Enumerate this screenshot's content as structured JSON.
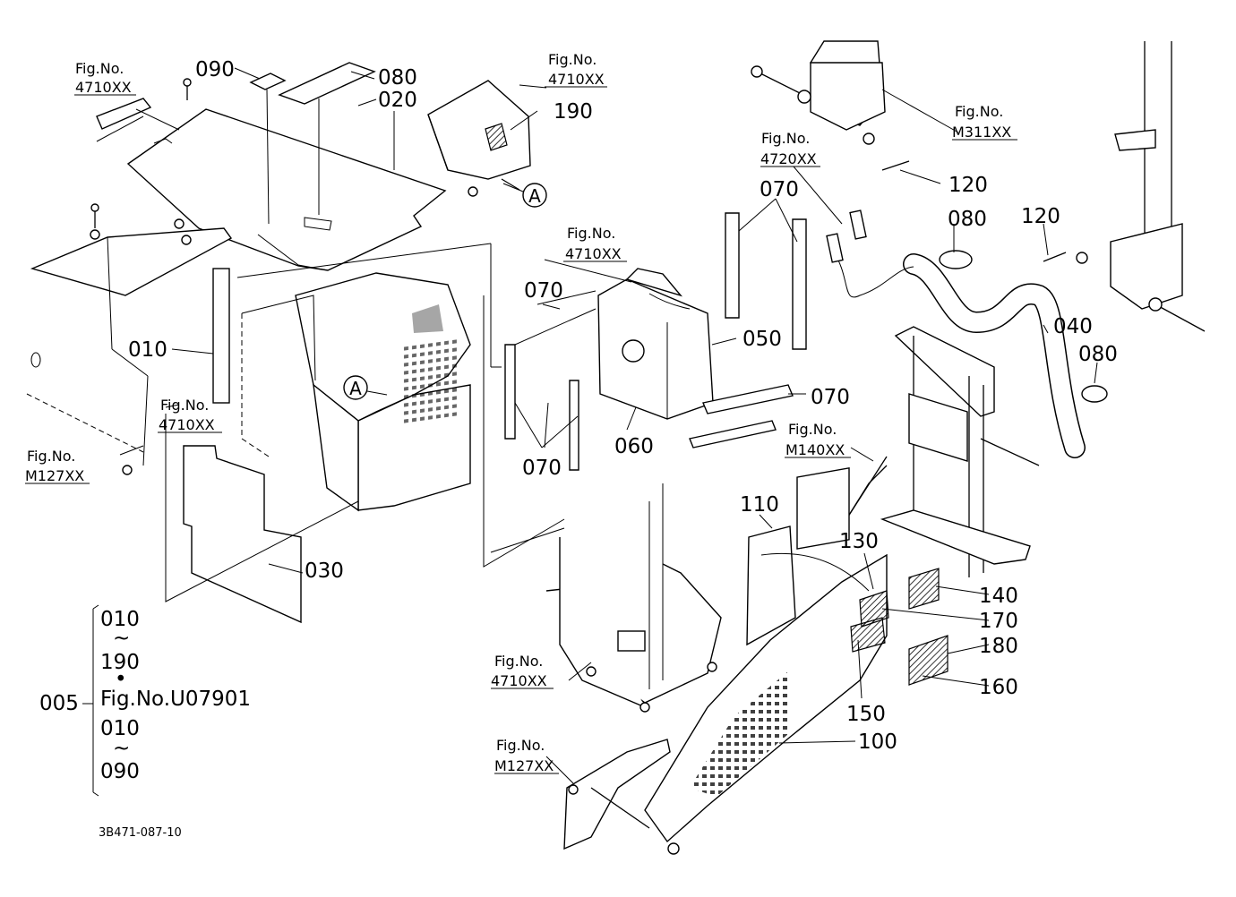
{
  "labels": {
    "p010": "010",
    "p020": "020",
    "p030": "030",
    "p040": "040",
    "p050": "050",
    "p060": "060",
    "p070a": "070",
    "p070b": "070",
    "p070c": "070",
    "p070d": "070",
    "p080a": "080",
    "p080b": "080",
    "p080c": "080",
    "p090": "090",
    "p100": "100",
    "p110": "110",
    "p120a": "120",
    "p120b": "120",
    "p130": "130",
    "p140": "140",
    "p150": "150",
    "p160": "160",
    "p170": "170",
    "p180": "180",
    "p190": "190",
    "p005": "005"
  },
  "figure_refs": {
    "fig_no_label": "Fig.No.",
    "ref1": "4710XX",
    "ref2": "4710XX",
    "ref3": "4710XX",
    "ref4": "4710XX",
    "ref5": "4710XX",
    "ref6": "M127XX",
    "ref7": "M127XX",
    "ref8": "M311XX",
    "ref9": "4720XX",
    "ref10": "M140XX"
  },
  "callout": {
    "a1": "A",
    "a2": "A"
  },
  "assembly_list": {
    "line1": "010",
    "tilde1": "~",
    "line2": "190",
    "dot": "•",
    "line3": "Fig.No.U07901",
    "line4": "010",
    "tilde2": "~",
    "line5": "090"
  },
  "drawing_code": "3B471-087-10"
}
